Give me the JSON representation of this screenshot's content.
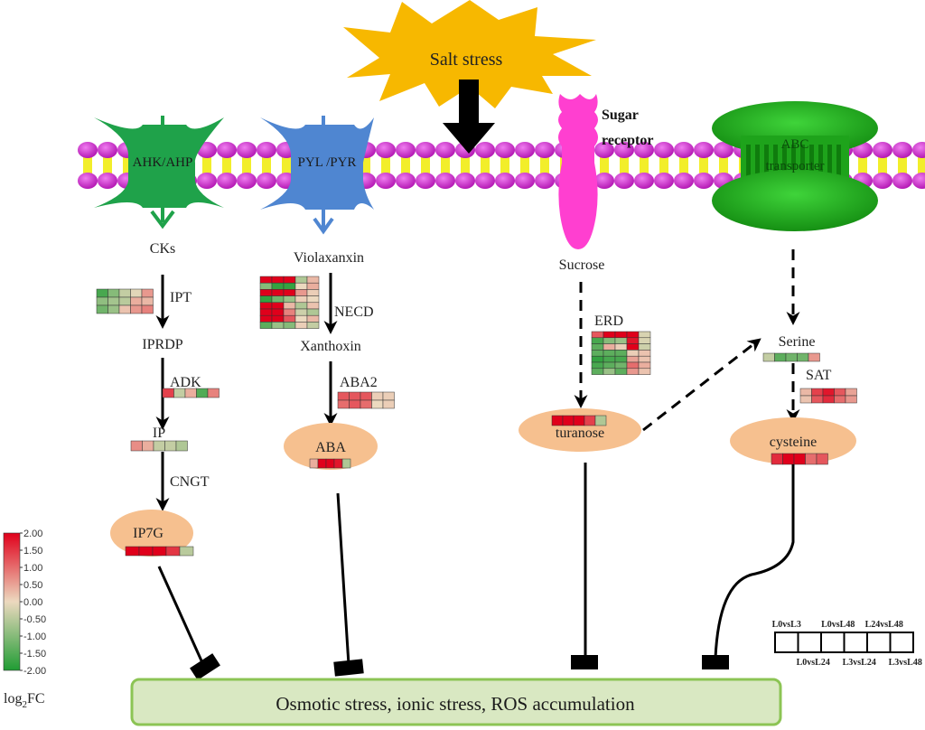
{
  "title_stimulus": "Salt stress",
  "colors": {
    "membrane_head": "#d21ed2",
    "membrane_tail": "#f2ee2a",
    "ahk": "#1fa24a",
    "pyl": "#4f86d1",
    "sugar_receptor": "#ff3fd0",
    "abc": "#23b21f",
    "stimulus": "#f7b800",
    "metabolite_oval": "#f6c08f",
    "outcome_fill": "#d9e8c2",
    "outcome_border": "#8cc454",
    "scale_high": "#e0001b",
    "scale_mid": "#ecd9bf",
    "scale_low": "#1f9c33"
  },
  "receptors": [
    {
      "id": "ahk",
      "label": "AHK/AHP"
    },
    {
      "id": "pyl",
      "label": "PYL /PYR"
    },
    {
      "id": "sugar",
      "label_line1": "Sugar",
      "label_line2": "receptor"
    },
    {
      "id": "abc",
      "label_line1": "ABC",
      "label_line2": "transporter"
    }
  ],
  "pathways": {
    "ck": {
      "nodes": [
        "CKs",
        "IPRDP",
        "IP",
        "IP7G"
      ],
      "enzymes": [
        "IPT",
        "ADK",
        "CNGT"
      ]
    },
    "aba": {
      "nodes": [
        "Violaxanxin",
        "Xanthoxin",
        "ABA"
      ],
      "enzymes": [
        "NECD",
        "ABA2"
      ]
    },
    "sugar": {
      "nodes": [
        "Sucrose",
        "turanose"
      ],
      "enzymes": [
        "ERD"
      ]
    },
    "amino": {
      "nodes": [
        "Serine",
        "cysteine"
      ],
      "enzymes": [
        "SAT"
      ]
    }
  },
  "heatmaps": {
    "IPT": [
      [
        -1.6,
        -1.0,
        -0.4,
        -0.1,
        0.6
      ],
      [
        -0.9,
        -0.7,
        -0.5,
        0.4,
        0.3
      ],
      [
        -1.2,
        -0.8,
        0.2,
        0.6,
        0.8
      ]
    ],
    "ADK": [
      [
        1.4,
        -0.4,
        0.4,
        -1.5,
        0.8
      ]
    ],
    "IP": [
      [
        0.7,
        0.4,
        -0.4,
        -0.4,
        -0.6
      ]
    ],
    "IP7G": [
      [
        2.0,
        2.0,
        2.0,
        1.5,
        -0.5
      ]
    ],
    "NECD": [
      [
        2.0,
        2.0,
        2.0,
        -0.6,
        0.3
      ],
      [
        -1.0,
        -1.8,
        -1.8,
        0.0,
        0.4
      ],
      [
        2.0,
        2.0,
        2.0,
        0.6,
        0.1
      ],
      [
        -1.8,
        -1.2,
        -0.8,
        0.1,
        0.0
      ],
      [
        2.0,
        2.0,
        0.3,
        -0.6,
        0.2
      ],
      [
        2.0,
        2.0,
        0.8,
        -0.3,
        -0.6
      ],
      [
        2.0,
        2.0,
        1.2,
        0.0,
        0.3
      ],
      [
        -1.4,
        -0.8,
        -1.0,
        0.1,
        -0.4
      ]
    ],
    "ABA2": [
      [
        1.2,
        1.2,
        1.2,
        0.1,
        0.1
      ],
      [
        1.0,
        1.2,
        1.0,
        0.0,
        0.1
      ]
    ],
    "ABA": [
      [
        0.4,
        2.0,
        2.0,
        1.8,
        -0.6
      ]
    ],
    "ERD": [
      [
        1.2,
        2.0,
        2.0,
        2.0,
        -0.2
      ],
      [
        -1.6,
        -1.0,
        -0.8,
        1.8,
        -0.2
      ],
      [
        -1.4,
        0.4,
        0.1,
        2.0,
        -0.3
      ],
      [
        -1.4,
        -1.4,
        -1.4,
        0.1,
        0.2
      ],
      [
        -1.8,
        -1.6,
        -1.6,
        0.5,
        0.2
      ],
      [
        -1.6,
        -1.4,
        -1.2,
        1.0,
        0.4
      ],
      [
        -1.4,
        -0.8,
        -1.4,
        0.6,
        0.2
      ]
    ],
    "turanose": [
      [
        2.0,
        2.0,
        2.0,
        1.4,
        -0.6
      ]
    ],
    "Serine": [
      [
        -0.4,
        -1.4,
        -1.2,
        -1.2,
        0.6
      ]
    ],
    "SAT": [
      [
        0.3,
        1.4,
        1.8,
        1.2,
        0.5
      ],
      [
        0.2,
        1.2,
        1.6,
        1.0,
        0.6
      ]
    ],
    "cysteine": [
      [
        1.6,
        2.0,
        2.0,
        1.0,
        1.2
      ]
    ]
  },
  "legend": {
    "ticks": [
      "2.00",
      "1.50",
      "1.00",
      "0.50",
      "0.00",
      "-0.50",
      "-1.00",
      "-1.50",
      "-2.00"
    ],
    "title_main": "log",
    "title_sub": "2",
    "title_suffix": "FC",
    "range": [
      -2,
      2
    ]
  },
  "comparison_key": {
    "top_labels": [
      "L0vsL3",
      "L0vsL48",
      "L24vsL48"
    ],
    "bottom_labels": [
      "L0vsL24",
      "L3vsL24",
      "L3vsL48"
    ]
  },
  "outcome": "Osmotic stress, ionic stress, ROS accumulation"
}
